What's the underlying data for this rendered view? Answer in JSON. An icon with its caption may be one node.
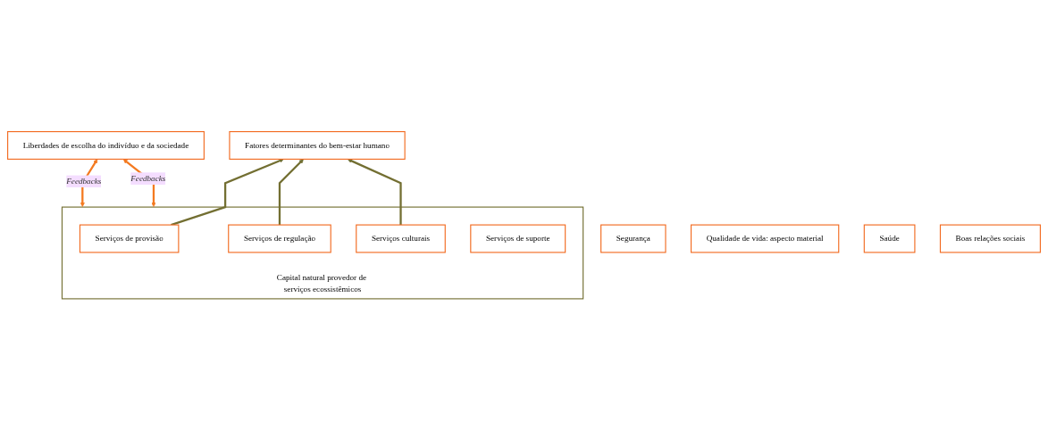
{
  "diagram": {
    "nodes": [
      {
        "text": [
          "Liberdades de escolha do indivíduo e da sociedade"
        ]
      },
      {
        "text": [
          "Segurança"
        ]
      },
      {
        "text": [
          "Qualidade de vida: aspecto material"
        ]
      },
      {
        "text": [
          "Saúde"
        ]
      },
      {
        "text": [
          "Boas relações sociais"
        ]
      },
      {
        "text": [
          "Fatores determinantes do bem-estar humano"
        ]
      },
      {
        "text": [
          "Capital natural provedor de serviços ecossistêmicos"
        ]
      },
      {
        "text": [
          "Serviços de provisão"
        ],
        "in": 6
      },
      {
        "text": [
          "Serviços de regulação"
        ],
        "in": 6
      },
      {
        "text": [
          "Serviços culturais"
        ],
        "in": 6
      },
      {
        "text": [
          "Serviços de suporte"
        ],
        "in": 6
      }
    ],
    "edges": [
      {
        "from": 7,
        "to": 5,
        "arrow": "to"
      },
      {
        "from": 8,
        "to": 5,
        "arrow": "to"
      },
      {
        "from": 9,
        "to": 5,
        "arrow": "to"
      },
      {
        "from": 6,
        "to": 0,
        "arrow": "both",
        "label": "Feedbacks",
        "color": "#f47a20"
      },
      {
        "from": 6,
        "to": 0,
        "arrow": "both",
        "label": "Feedbacks",
        "color": "#f47a20"
      }
    ]
  }
}
